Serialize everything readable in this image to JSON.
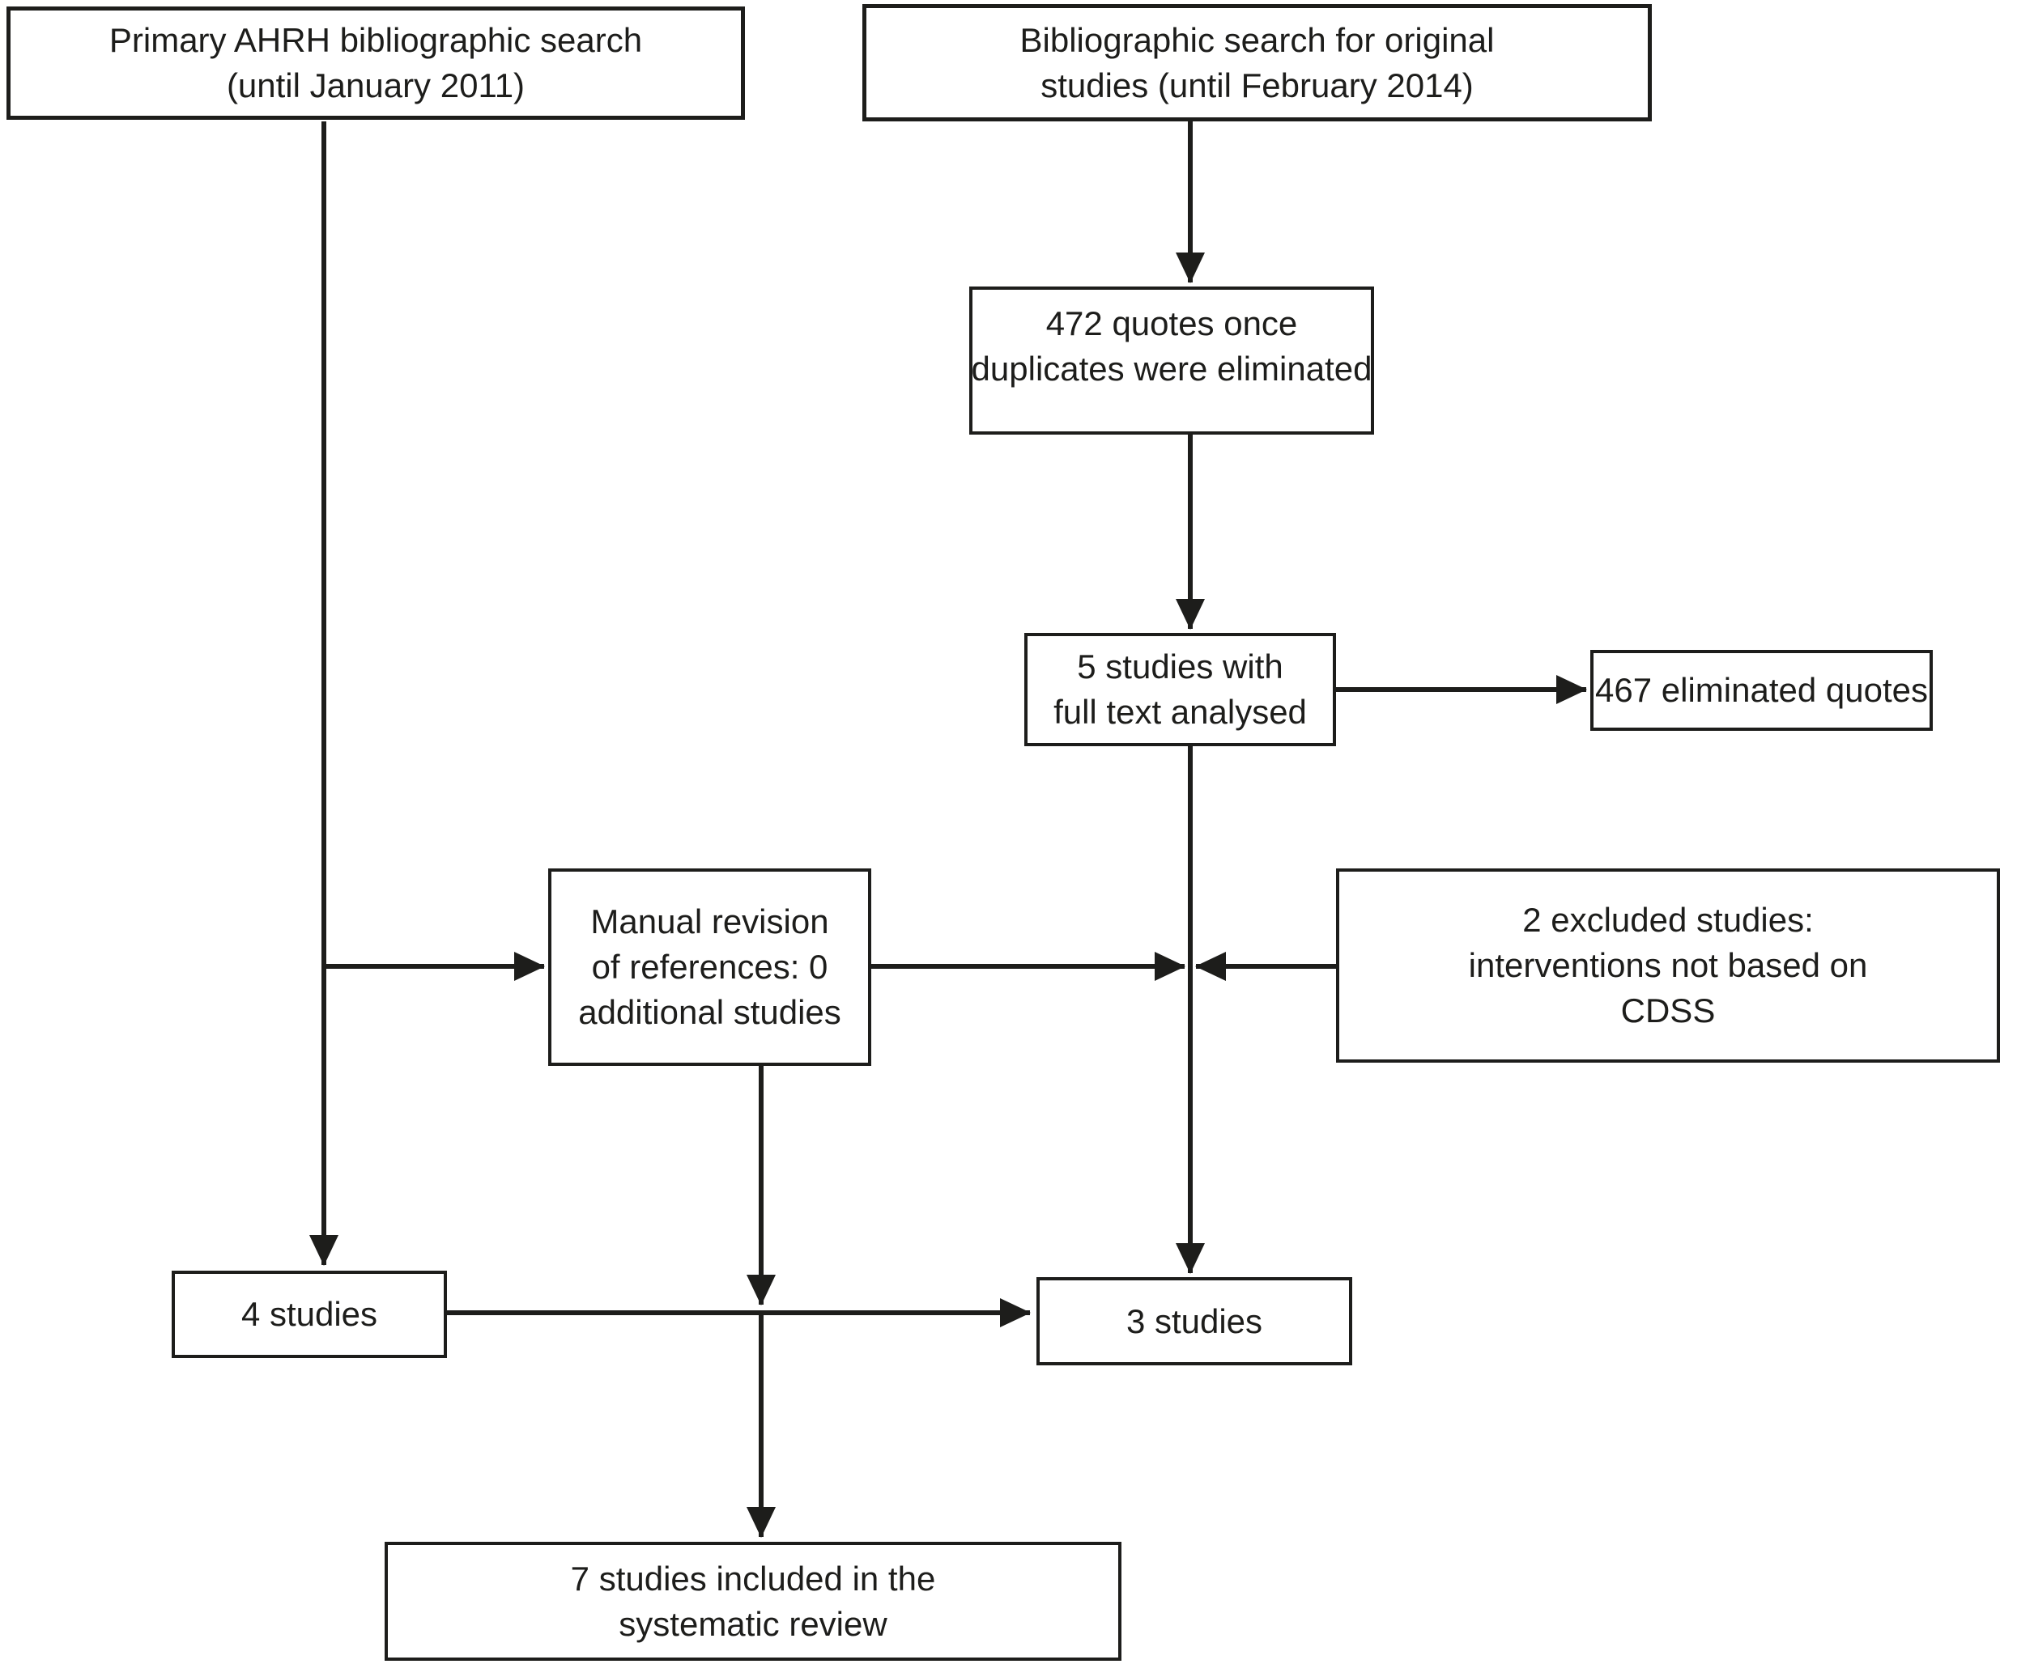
{
  "diagram": {
    "type": "flowchart",
    "ink_color": "#1d1d1b",
    "background_color": "#ffffff",
    "nodes": {
      "primary_search": {
        "lines": [
          "Primary AHRH bibliographic search",
          "(until January 2011)"
        ]
      },
      "biblio_search": {
        "lines": [
          "Bibliographic search for original",
          "studies (until February 2014)"
        ]
      },
      "quotes_472": {
        "lines": [
          "472 quotes once",
          "duplicates were eliminated"
        ]
      },
      "full_text_5": {
        "lines": [
          "5 studies with",
          "full text analysed"
        ]
      },
      "eliminated_467": {
        "lines": [
          "467 eliminated quotes"
        ]
      },
      "manual_revision": {
        "lines": [
          "Manual revision",
          "of references: 0",
          "additional studies"
        ]
      },
      "excluded_2": {
        "lines": [
          "2 excluded studies:",
          "interventions not based on",
          "CDSS"
        ]
      },
      "studies_4": {
        "lines": [
          "4 studies"
        ]
      },
      "studies_3": {
        "lines": [
          "3 studies"
        ]
      },
      "included_7": {
        "lines": [
          "7 studies included in the",
          "systematic review"
        ]
      }
    },
    "edges": [
      {
        "from": "primary_search",
        "to": "studies_4"
      },
      {
        "from": "primary_search",
        "to": "manual_revision"
      },
      {
        "from": "biblio_search",
        "to": "quotes_472"
      },
      {
        "from": "quotes_472",
        "to": "full_text_5"
      },
      {
        "from": "full_text_5",
        "to": "eliminated_467"
      },
      {
        "from": "full_text_5",
        "to": "studies_3"
      },
      {
        "from": "manual_revision",
        "to": "main-flow-junction"
      },
      {
        "from": "excluded_2",
        "to": "main-flow-junction"
      },
      {
        "from": "manual_revision",
        "to": "included_7"
      },
      {
        "from": "studies_4",
        "to": "studies_3"
      }
    ]
  }
}
